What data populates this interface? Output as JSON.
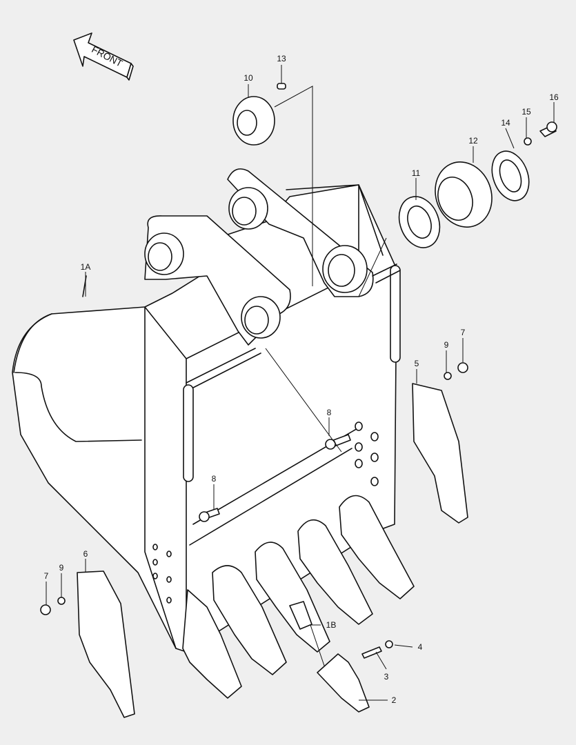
{
  "diagram": {
    "front_arrow_text": "FRONT",
    "callouts": {
      "c1A": "1A",
      "c1B": "1B",
      "c2": "2",
      "c3": "3",
      "c4": "4",
      "c5": "5",
      "c6": "6",
      "c7a": "7",
      "c7b": "7",
      "c8a": "8",
      "c8b": "8",
      "c9a": "9",
      "c9b": "9",
      "c10": "10",
      "c11": "11",
      "c12": "12",
      "c13": "13",
      "c14": "14",
      "c15": "15",
      "c16": "16"
    },
    "colors": {
      "background": "#efefef",
      "line": "#111111",
      "part_fill": "#ffffff"
    }
  }
}
